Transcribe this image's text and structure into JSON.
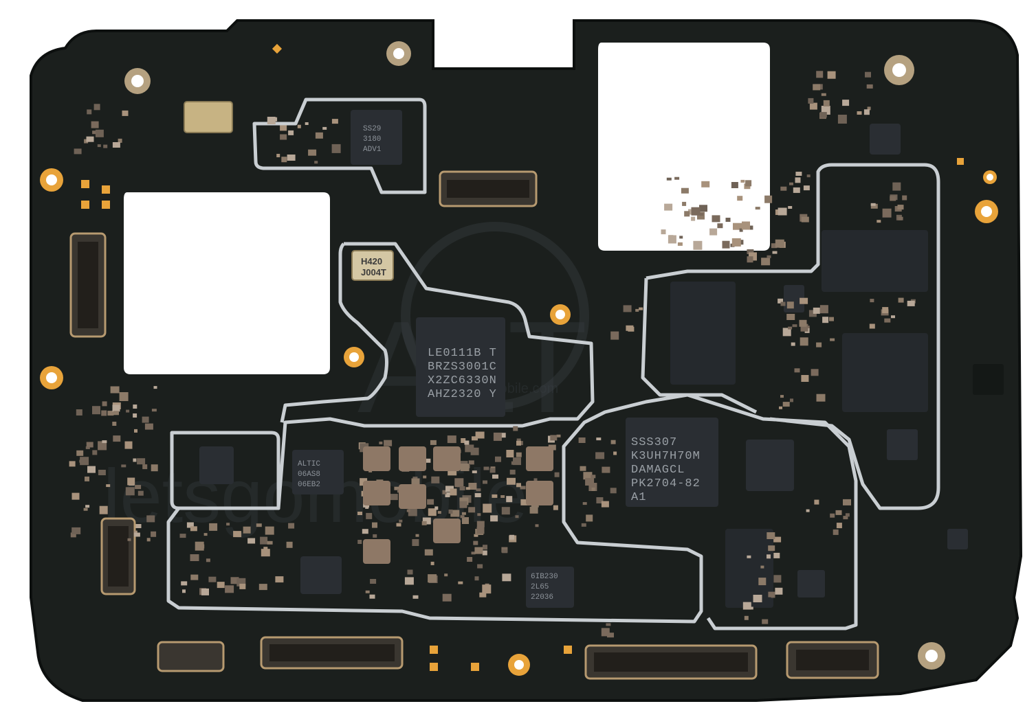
{
  "image": {
    "subject": "Smartphone main logic board (PCB), top side",
    "colors": {
      "board": "#1b1f1d",
      "board_edge": "#0d100f",
      "shield": "#c9ced2",
      "gold": "#e8a33a",
      "chip": "#2a2e33",
      "component": "#8c7a68",
      "cutout": "#ffffff"
    }
  },
  "watermark": {
    "large": "ALT",
    "url": "mobile.com",
    "brand": "letsgomobile"
  },
  "labels": {
    "crystal": [
      "H420",
      "J004T"
    ],
    "soc_lines": [
      "LE0111B T",
      "BRZS3001C",
      "X2ZC6330N",
      "AHZ2320 Y"
    ],
    "memory_lines": [
      "SSS307",
      "K3UH7H70M",
      "DAMAGCL",
      "PK2704-82",
      "A1"
    ],
    "pmic_lines": [
      "6IB230",
      "2L65",
      "22036"
    ],
    "top_chip_lines": [
      "SS29",
      "3180",
      "ADV1"
    ],
    "left_chip_lines": [
      "ALTIC",
      "06AS8",
      "06EB2"
    ]
  }
}
